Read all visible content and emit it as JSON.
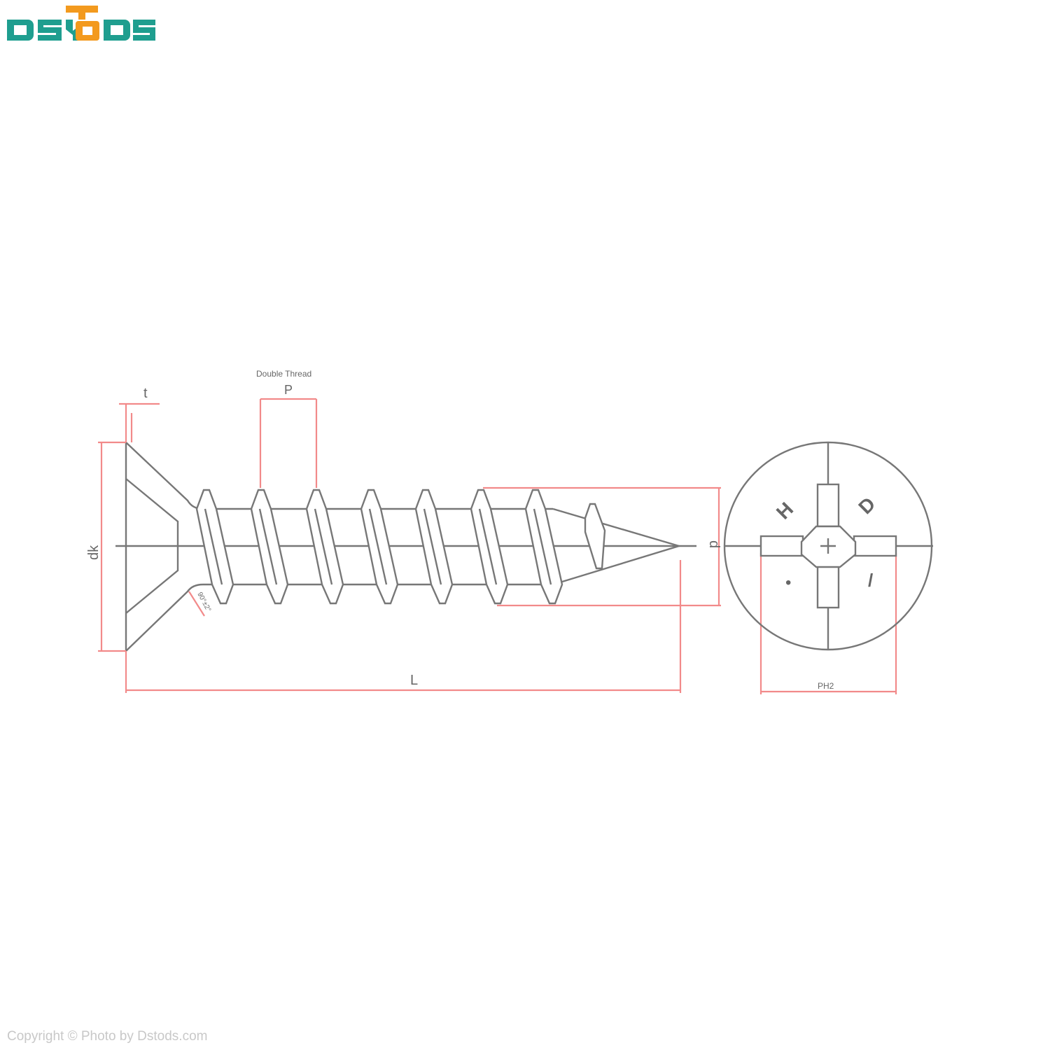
{
  "brand": {
    "logo_text": "DSTODS",
    "primary_color": "#1f9e8f",
    "accent_color": "#f39a1e"
  },
  "drawing": {
    "thread_note": "Double Thread",
    "labels": {
      "pitch": "P",
      "head_thickness": "t",
      "head_diameter": "dk",
      "thread_diameter": "d",
      "length": "L",
      "drive": "PH2",
      "angle": "90°±2°"
    },
    "recess_marks": [
      "H",
      "D",
      "•",
      "/"
    ]
  },
  "footer": {
    "copyright": "Copyright © Photo by Dstods.com"
  },
  "colors": {
    "line": "#777777",
    "dimension": "#f28a8a"
  }
}
